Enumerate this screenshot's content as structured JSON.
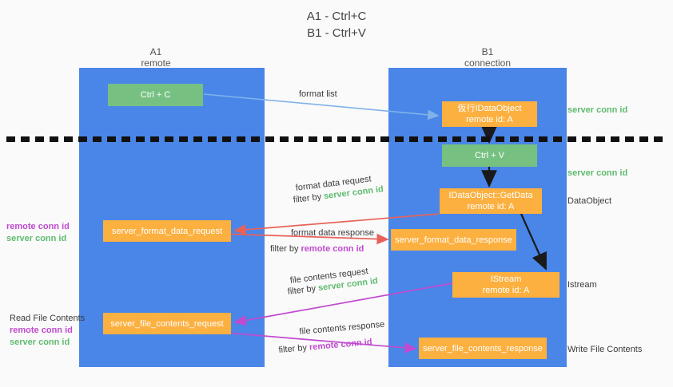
{
  "title": {
    "line1": "A1 - Ctrl+C",
    "line2": "B1 - Ctrl+V"
  },
  "columns": {
    "left": {
      "name": "A1",
      "role": "remote"
    },
    "right": {
      "name": "B1",
      "role": "connection"
    }
  },
  "colors": {
    "panel_blue": "#4a86e8",
    "box_green": "#76c182",
    "box_orange": "#fbb040",
    "label_green": "#5fbb6e",
    "label_magenta": "#c04ad0",
    "arrow_blue": "#7fb3e8",
    "arrow_red": "#e8625a",
    "arrow_magenta": "#c04ad0",
    "arrow_black": "#1a1a1a",
    "divider_black": "#111111",
    "background": "#fafafa"
  },
  "boxes": {
    "ctrl_c": {
      "line1": "Ctrl + C",
      "line2": ""
    },
    "idataobject": {
      "line1": "仮行IDataObject",
      "line2": "remote id: A"
    },
    "ctrl_v": {
      "line1": "Ctrl + V",
      "line2": ""
    },
    "getdata": {
      "line1": "IDataObject::GetData",
      "line2": "remote id: A"
    },
    "istream": {
      "line1": "IStream",
      "line2": "remote id: A"
    },
    "server_format_data_request": {
      "line1": "server_format_data_request",
      "line2": ""
    },
    "server_format_data_response": {
      "line1": "server_format_data_response",
      "line2": ""
    },
    "server_file_contents_request": {
      "line1": "server_file_contents_request",
      "line2": ""
    },
    "server_file_contents_response": {
      "line1": "server_file_contents_response",
      "line2": ""
    }
  },
  "flow_labels": {
    "format_list": "format list",
    "format_data_request": "format data request",
    "format_data_request_filter_prefix": "filter by ",
    "format_data_request_filter_value": "server conn id",
    "format_data_response": "format data response",
    "format_data_response_filter_prefix": "filter by ",
    "format_data_response_filter_value": "remote conn id",
    "file_contents_request": "file contents request",
    "file_contents_request_filter_prefix": "filter by ",
    "file_contents_request_filter_value": "server conn id",
    "file_contents_response": "file contents response",
    "file_contents_response_filter_prefix": "filter by ",
    "file_contents_response_filter_value": "remote conn id"
  },
  "side_notes": {
    "server_conn_id_top": "server conn id",
    "server_conn_id_mid": "server conn id",
    "dataobject": "DataObject",
    "istream": "Istream",
    "write_file_contents": "Write File Contents",
    "read_file_contents": "Read File Contents",
    "remote_conn_id_mid": "remote conn id",
    "server_conn_id_left_mid": "server conn id",
    "remote_conn_id_bottom": "remote conn id",
    "server_conn_id_left_bottom": "server conn id"
  }
}
